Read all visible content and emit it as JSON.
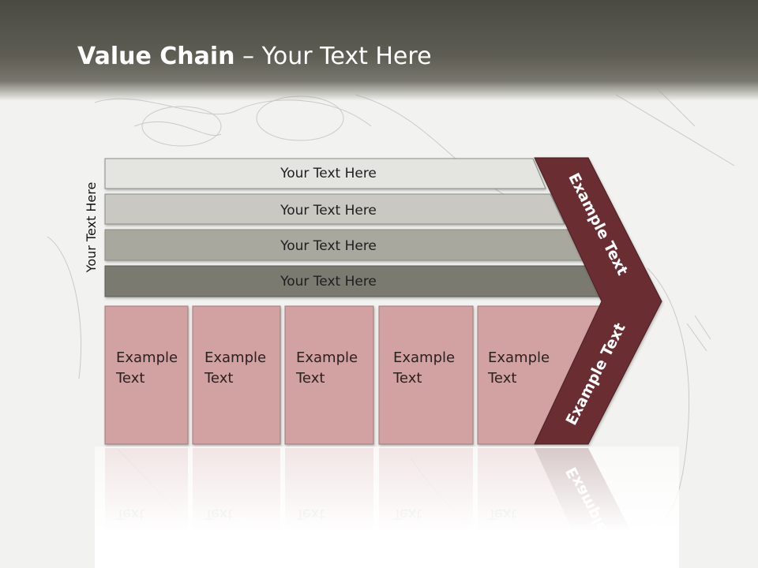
{
  "slide": {
    "title_bold": "Value Chain",
    "title_rest": " – Your Text Here"
  },
  "side_label": "Your Text Here",
  "bars": [
    {
      "label": "Your Text Here",
      "color": "#e4e4e1"
    },
    {
      "label": "Your Text Here",
      "color": "#c9c8c2"
    },
    {
      "label": "Your Text Here",
      "color": "#a9a89f"
    },
    {
      "label": "Your Text Here",
      "color": "#7a7a70"
    }
  ],
  "cells": [
    {
      "line1": "Example",
      "line2": "Text"
    },
    {
      "line1": "Example",
      "line2": "Text"
    },
    {
      "line1": "Example",
      "line2": "Text"
    },
    {
      "line1": "Example",
      "line2": "Text"
    },
    {
      "line1": "Example",
      "line2": "Text"
    }
  ],
  "arrow": {
    "upper_label": "Example Text",
    "lower_label": "Example Text",
    "color": "#6b2f32"
  },
  "colors": {
    "cell_fill": "#d2a1a1",
    "header_dark": "#4a4a42"
  }
}
